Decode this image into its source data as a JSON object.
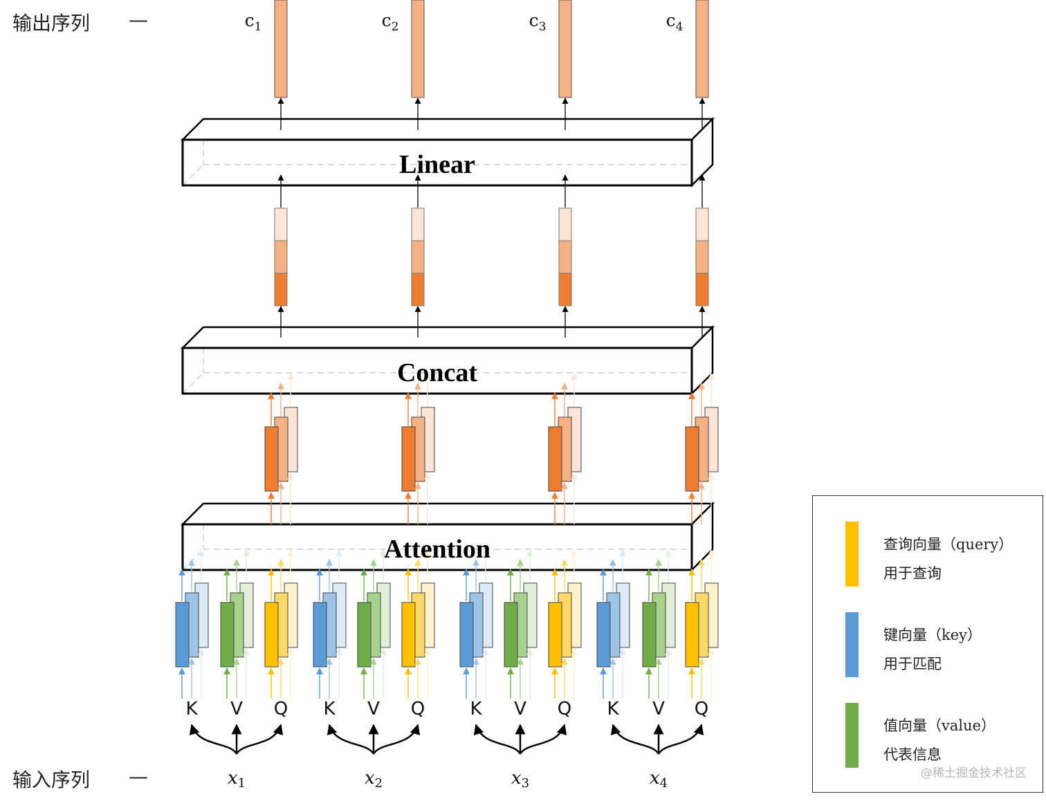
{
  "labels": {
    "output_sequence": "输出序列",
    "input_sequence": "输入序列",
    "dash": "—"
  },
  "layers": {
    "linear": "Linear",
    "concat": "Concat",
    "attention": "Attention"
  },
  "outputs": [
    {
      "base": "c",
      "sub": "1"
    },
    {
      "base": "c",
      "sub": "2"
    },
    {
      "base": "c",
      "sub": "3"
    },
    {
      "base": "c",
      "sub": "4"
    }
  ],
  "inputs": [
    {
      "base": "x",
      "sub": "1"
    },
    {
      "base": "x",
      "sub": "2"
    },
    {
      "base": "x",
      "sub": "3"
    },
    {
      "base": "x",
      "sub": "4"
    }
  ],
  "kvq_labels": [
    "K",
    "V",
    "Q"
  ],
  "legend": {
    "query": {
      "line1": "查询向量（query）",
      "line2": "用于查询",
      "color": "#FFC000"
    },
    "key": {
      "line1": "键向量（key）",
      "line2": "用于匹配",
      "color": "#5B9BD5"
    },
    "value": {
      "line1": "值向量（value）",
      "line2": "代表信息",
      "color": "#70AD47"
    }
  },
  "colors": {
    "output_vector": "#F4B183",
    "head_dark": "#ED7D31",
    "head_mid": "#F4B183",
    "head_light": "#FBE5D6",
    "key_dark": "#5B9BD5",
    "key_mid": "#9DC3E6",
    "key_light": "#DEEBF7",
    "value_dark": "#70AD47",
    "value_mid": "#A9D18E",
    "value_light": "#E2F0D9",
    "query_dark": "#FFC000",
    "query_mid": "#FFD966",
    "query_light": "#FFF2CC"
  },
  "watermark": "@稀土掘金技术社区"
}
